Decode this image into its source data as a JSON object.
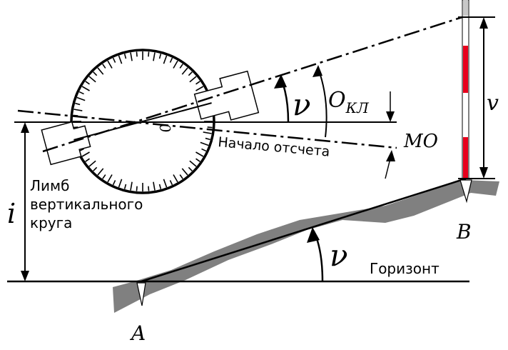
{
  "labels": {
    "limb_line1": "Лимб",
    "limb_line2": "вертикального",
    "limb_line3": "круга",
    "start_reading": "Начало отсчета",
    "horizon": "Горизонт",
    "point_a": "A",
    "point_b": "B",
    "height_i": "i",
    "height_v": "v",
    "angle_nu_top": "ν",
    "angle_nu_bottom": "ν",
    "okl_main": "O",
    "okl_sub": "КЛ",
    "mo": "MO",
    "zero_mark": "0"
  },
  "colors": {
    "ink": "#000000",
    "ground": "#808080",
    "staff_red": "#e8001c",
    "staff_white": "#ffffff"
  }
}
